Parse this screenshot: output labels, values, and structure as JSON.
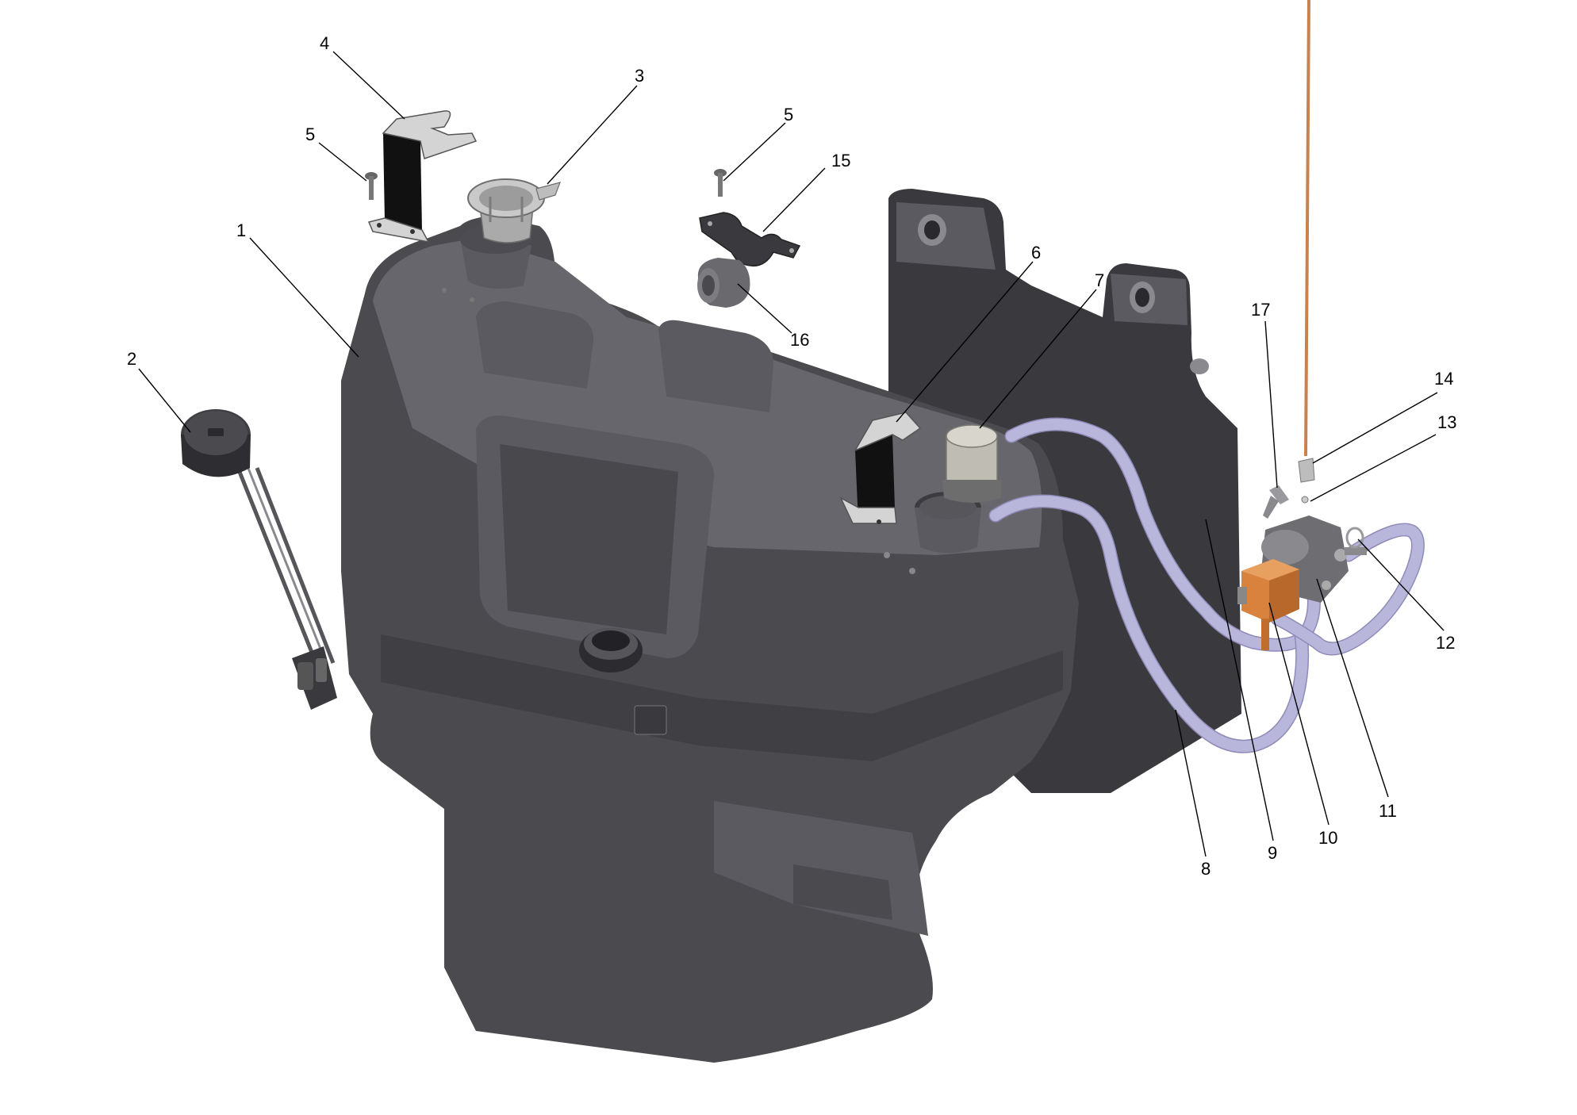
{
  "diagram": {
    "callouts": [
      {
        "id": "1",
        "label": "1"
      },
      {
        "id": "2",
        "label": "2"
      },
      {
        "id": "3",
        "label": "3"
      },
      {
        "id": "4",
        "label": "4"
      },
      {
        "id": "5a",
        "label": "5"
      },
      {
        "id": "5b",
        "label": "5"
      },
      {
        "id": "6",
        "label": "6"
      },
      {
        "id": "7",
        "label": "7"
      },
      {
        "id": "8",
        "label": "8"
      },
      {
        "id": "9",
        "label": "9"
      },
      {
        "id": "10",
        "label": "10"
      },
      {
        "id": "11",
        "label": "11"
      },
      {
        "id": "12",
        "label": "12"
      },
      {
        "id": "13",
        "label": "13"
      },
      {
        "id": "14",
        "label": "14"
      },
      {
        "id": "15",
        "label": "15"
      },
      {
        "id": "16",
        "label": "16"
      },
      {
        "id": "17",
        "label": "17"
      }
    ],
    "colors": {
      "tank": "#4a4a4f",
      "hose": "#b9b6dc",
      "pump": "#d9823e",
      "wire": "#c8824f",
      "background": "#ffffff"
    }
  }
}
